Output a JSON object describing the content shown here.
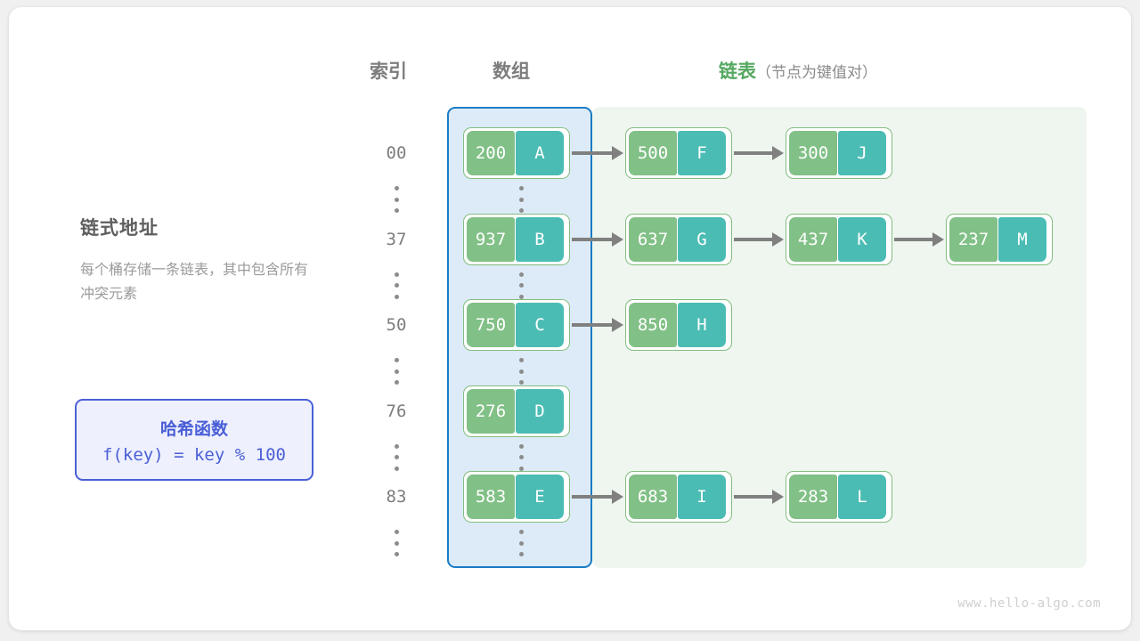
{
  "headers": {
    "index": "索引",
    "array": "数组",
    "list_main": "链表",
    "list_sub": "（节点为键值对）"
  },
  "description": {
    "title": "链式地址",
    "body": "每个桶存储一条链表，其中包含所有冲突元素"
  },
  "hash_box": {
    "title": "哈希函数",
    "formula": "f(key) = key % 100"
  },
  "colors": {
    "key_fill": "#81c086",
    "value_fill": "#4bbcb4",
    "node_border": "#83bd7f",
    "array_border": "#1a7cc4",
    "array_fill": "#dcebf7",
    "list_fill": "#eef6ef",
    "accent_green": "#55a861",
    "accent_blue": "#4a5fd6",
    "arrow": "#808080",
    "text_gray": "#7d7d7d"
  },
  "buckets": [
    {
      "index": "00",
      "bucket_node": {
        "key": "200",
        "value": "A"
      },
      "chain": [
        {
          "key": "500",
          "value": "F"
        },
        {
          "key": "300",
          "value": "J"
        }
      ]
    },
    {
      "index": "37",
      "bucket_node": {
        "key": "937",
        "value": "B"
      },
      "chain": [
        {
          "key": "637",
          "value": "G"
        },
        {
          "key": "437",
          "value": "K"
        },
        {
          "key": "237",
          "value": "M"
        }
      ]
    },
    {
      "index": "50",
      "bucket_node": {
        "key": "750",
        "value": "C"
      },
      "chain": [
        {
          "key": "850",
          "value": "H"
        }
      ]
    },
    {
      "index": "76",
      "bucket_node": {
        "key": "276",
        "value": "D"
      },
      "chain": []
    },
    {
      "index": "83",
      "bucket_node": {
        "key": "583",
        "value": "E"
      },
      "chain": [
        {
          "key": "683",
          "value": "I"
        },
        {
          "key": "283",
          "value": "L"
        }
      ]
    }
  ],
  "ellipsis_rows": 6,
  "watermark": "www.hello-algo.com"
}
